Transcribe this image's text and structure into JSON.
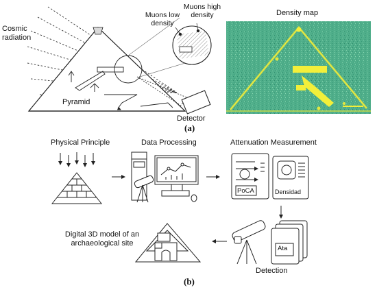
{
  "panel_a": {
    "caption": "(a)",
    "labels": {
      "cosmic_radiation_line1": "Cosmic",
      "cosmic_radiation_line2": "radiation",
      "muons_low_line1": "Muons low",
      "muons_low_line2": "density",
      "muons_high_line1": "Muons high",
      "muons_high_line2": "density",
      "pyramid": "Pyramid",
      "detector": "Detector",
      "density_map": "Density map"
    },
    "colors": {
      "map_background": "#4fae8a",
      "map_highlight": "#f3ef3a",
      "line": "#222222"
    }
  },
  "panel_b": {
    "caption": "(b)",
    "steps": {
      "physical_principle": "Physical Principle",
      "data_processing": "Data Processing",
      "attenuation_measurement": "Attenuation Measurement",
      "detection": "Detection",
      "model_line1": "Digital 3D model of an",
      "model_line2": "archaeological site"
    },
    "card_labels": {
      "poca": "PoCA",
      "densidad": "Densidad",
      "ata": "Ata"
    }
  }
}
